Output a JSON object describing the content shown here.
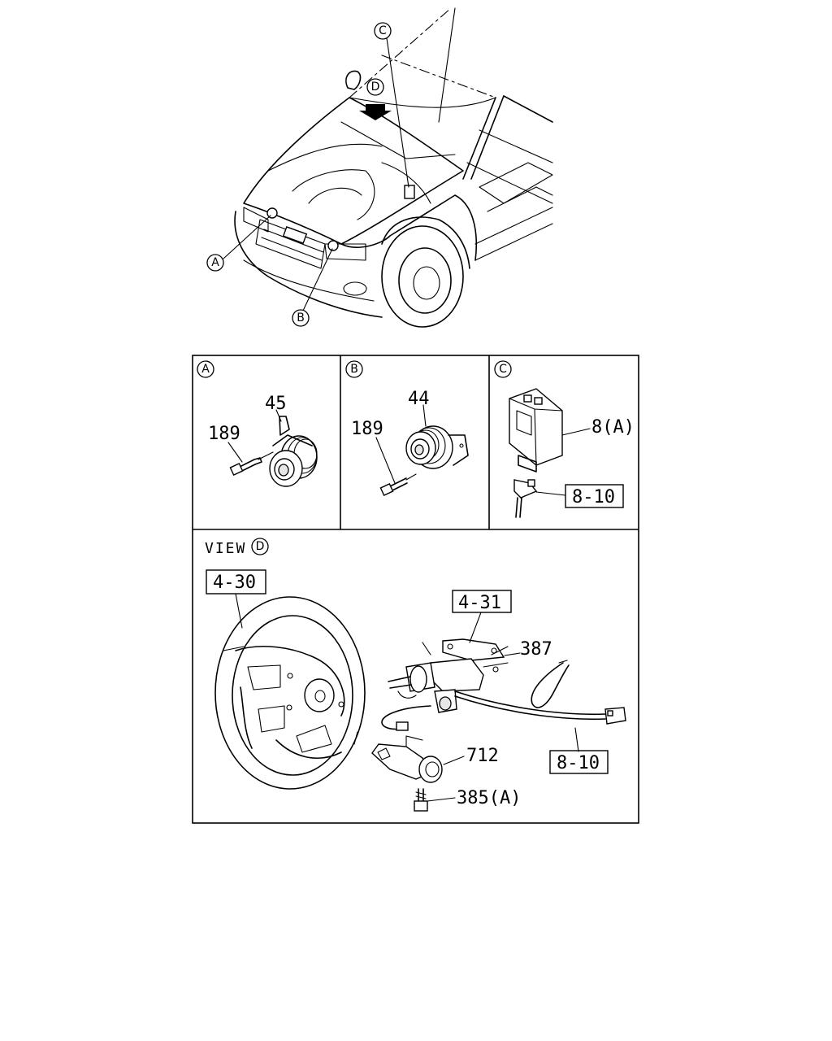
{
  "callouts": {
    "a": "A",
    "b": "B",
    "c": "C",
    "d": "D"
  },
  "panels": {
    "a": {
      "parts": [
        "45",
        "189"
      ]
    },
    "b": {
      "parts": [
        "44",
        "189"
      ]
    },
    "c": {
      "parts": [
        "8(A)",
        "8-10"
      ]
    },
    "view": {
      "prefix": "VIEW",
      "parts": [
        "4-30",
        "4-31",
        "387",
        "712",
        "385(A)",
        "8-10"
      ]
    }
  }
}
